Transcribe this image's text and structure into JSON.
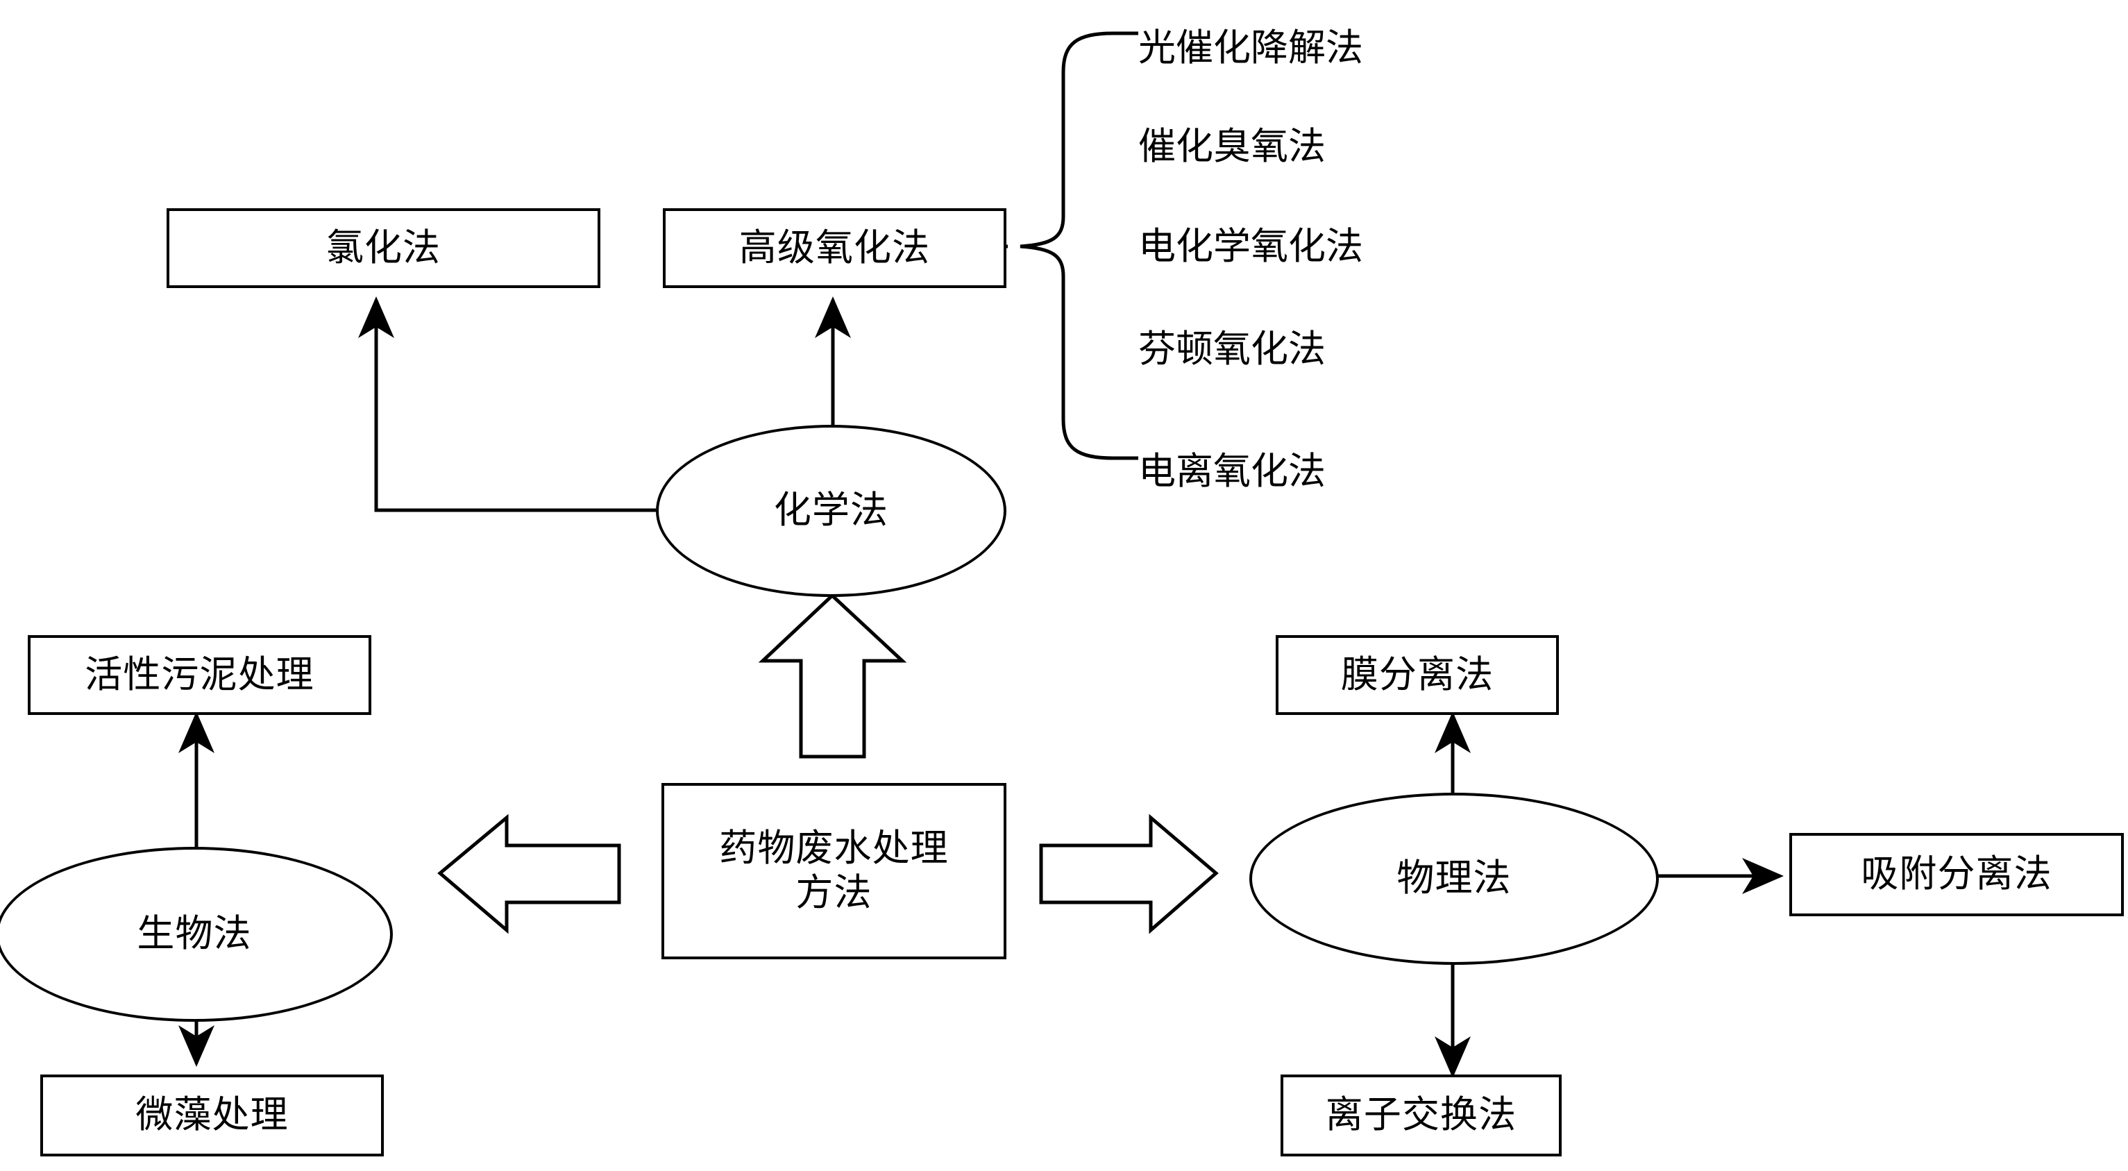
{
  "diagram": {
    "title": "药物废水处理方法",
    "type": "flowchart",
    "root": {
      "label": "药物废水处理方法",
      "shape": "rectangle"
    },
    "branches": [
      {
        "name": "chemical",
        "label": "化学法",
        "shape": "ellipse",
        "children": [
          {
            "label": "氯化法",
            "shape": "rectangle"
          },
          {
            "label": "高级氧化法",
            "shape": "rectangle"
          }
        ]
      },
      {
        "name": "biological",
        "label": "生物法",
        "shape": "ellipse",
        "children": [
          {
            "label": "活性污泥处理",
            "shape": "rectangle"
          },
          {
            "label": "微藻处理",
            "shape": "rectangle"
          }
        ]
      },
      {
        "name": "physical",
        "label": "物理法",
        "shape": "ellipse",
        "children": [
          {
            "label": "膜分离法",
            "shape": "rectangle"
          },
          {
            "label": "吸附分离法",
            "shape": "rectangle"
          },
          {
            "label": "离子交换法",
            "shape": "rectangle"
          }
        ]
      }
    ],
    "advanced_oxidation_methods": [
      "光催化降解法",
      "催化臭氧法",
      "电化学氧化法",
      "芬顿氧化法",
      "电离氧化法"
    ],
    "colors": {
      "stroke": "#000000",
      "background": "#ffffff",
      "text": "#000000"
    }
  }
}
